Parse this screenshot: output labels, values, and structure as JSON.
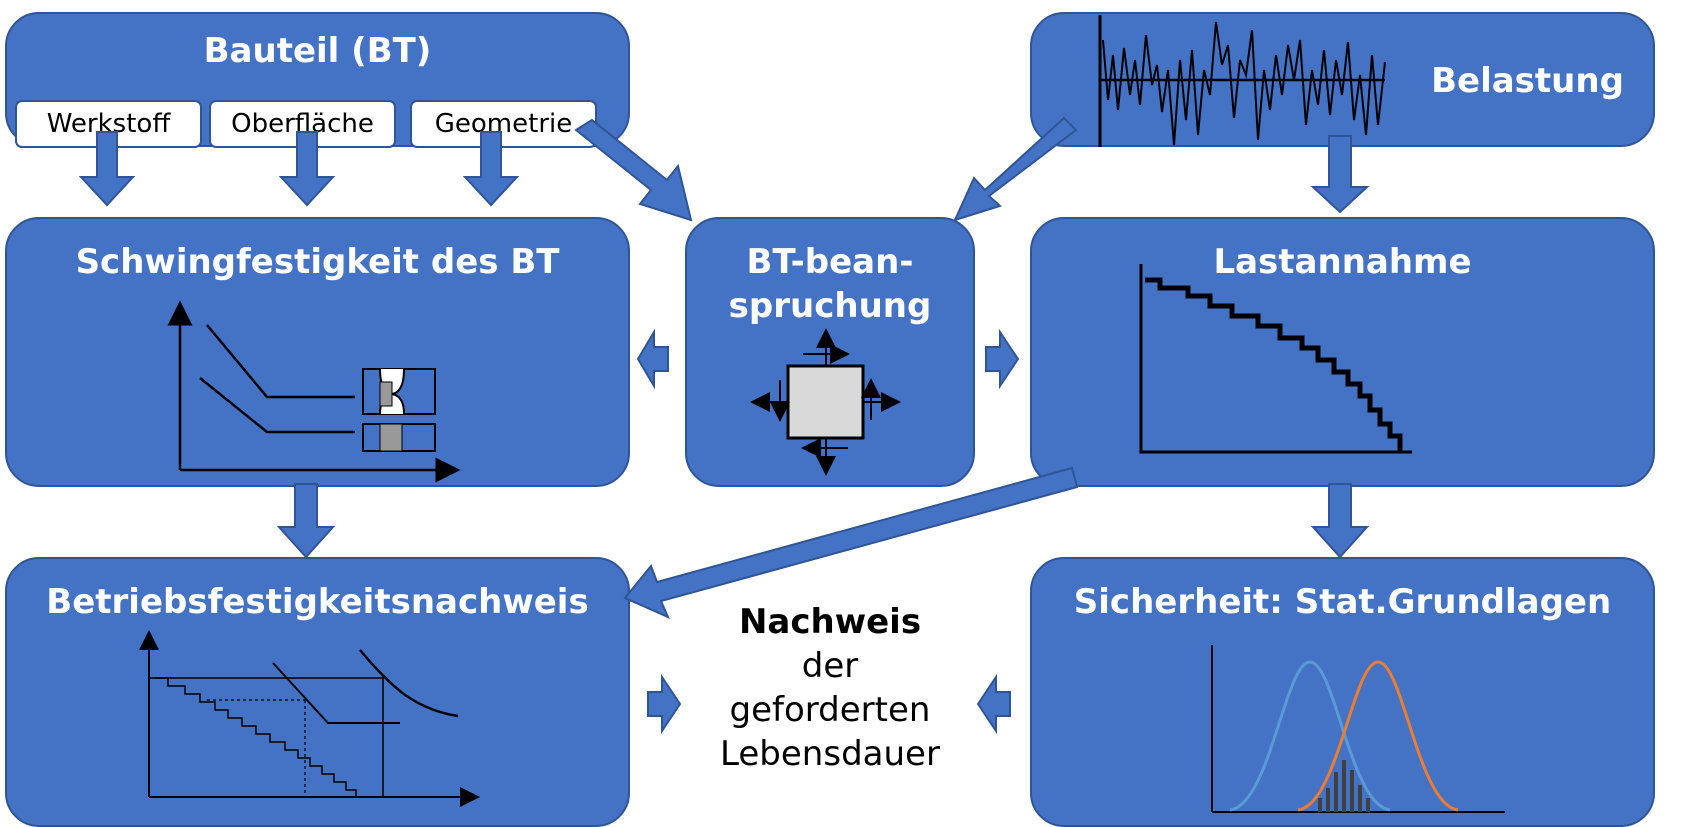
{
  "bauteil": {
    "title": "Bauteil (BT)",
    "chips": [
      "Werkstoff",
      "Oberfläche",
      "Geometrie"
    ]
  },
  "belastung": {
    "title": "Belastung"
  },
  "schwingfestigkeit": {
    "title": "Schwingfestigkeit des BT"
  },
  "beanspruchung": {
    "title_line1": "BT-bean-",
    "title_line2": "spruchung"
  },
  "lastannahme": {
    "title": "Lastannahme"
  },
  "betriebsfestigkeit": {
    "title": "Betriebsfestigkeitsnachweis"
  },
  "sicherheit": {
    "title": "Sicherheit: Stat.Grundlagen"
  },
  "nachweis": {
    "line1": "Nachweis",
    "line2": "der",
    "line3": "geforderten",
    "line4": "Lebensdauer"
  },
  "colors": {
    "box_fill": "#4472c4",
    "box_border": "#2f5597",
    "curve_blue": "#5b9bd5",
    "curve_orange": "#ed7d31"
  }
}
